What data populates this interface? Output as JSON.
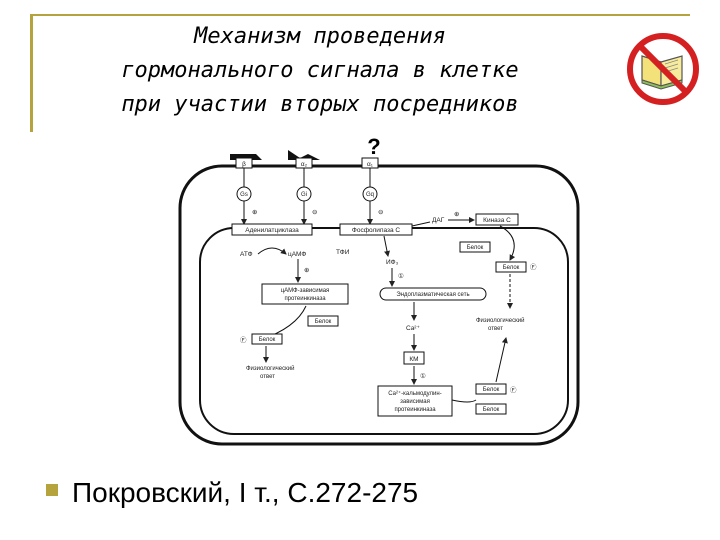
{
  "title": {
    "line1": "Механизм проведения",
    "line2": "гормонального сигнала в клетке",
    "line3": "при участии вторых посредников"
  },
  "reference": "Покровский, I т., С.272-275",
  "icons": {
    "decoration": "no-book-icon",
    "bullet": "square-bullet"
  },
  "colors": {
    "accent": "#b5a33d",
    "prohibition_red": "#d42020"
  },
  "diagram": {
    "receptors": [
      "β",
      "α₂",
      "α₁"
    ],
    "g_proteins": [
      "Gs",
      "Gi",
      "Gq"
    ],
    "signs": {
      "plus": "⊕",
      "minus": "⊖",
      "one": "①",
      "phospho": "Ⓕ"
    },
    "question_mark": "?",
    "adenylate_cyclase": "Аденилатциклаза",
    "phospholipase_c": "Фосфолипаза С",
    "dag": "ДАГ",
    "kinase_c": "Киназа С",
    "atp": "АТФ",
    "camp": "цАМФ",
    "tfi": "ТФИ",
    "ip3": "ИФ₃",
    "protein": "Белок",
    "camp_kinase_line1": "цАМФ-зависимая",
    "camp_kinase_line2": "протеинкиназа",
    "er": "Эндоплазматическая сеть",
    "ca": "Ca²⁺",
    "km": "КМ",
    "physio_response_1_line1": "Физиологический",
    "physio_response_1_line2": "ответ",
    "physio_response_2_line1": "Физиологический",
    "physio_response_2_line2": "ответ",
    "ca_kinase_line1": "Ca²⁺-кальмодулин-",
    "ca_kinase_line2": "зависимая",
    "ca_kinase_line3": "протеинкиназа"
  }
}
